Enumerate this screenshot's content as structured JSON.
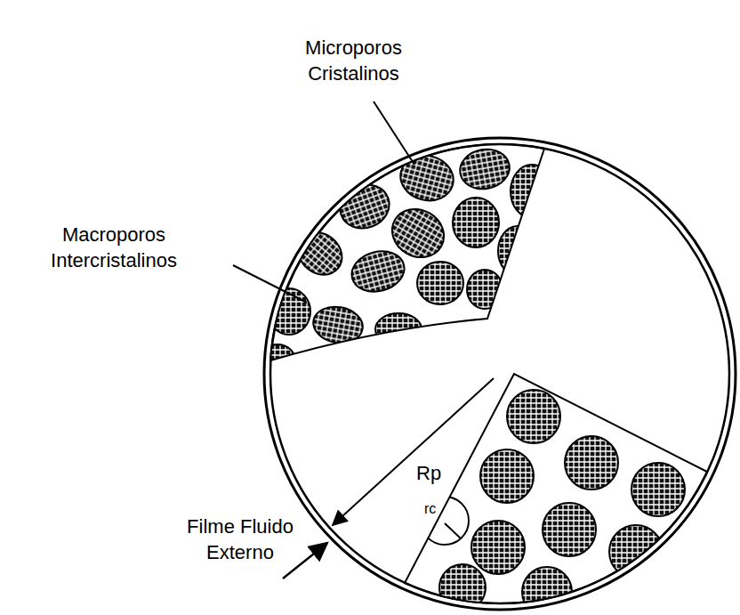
{
  "diagram": {
    "labels": [
      "Microporos Cristalinos",
      "Macroporos Intercristalinos",
      "Filme Fluido Externo",
      "Rp",
      "rc"
    ]
  }
}
